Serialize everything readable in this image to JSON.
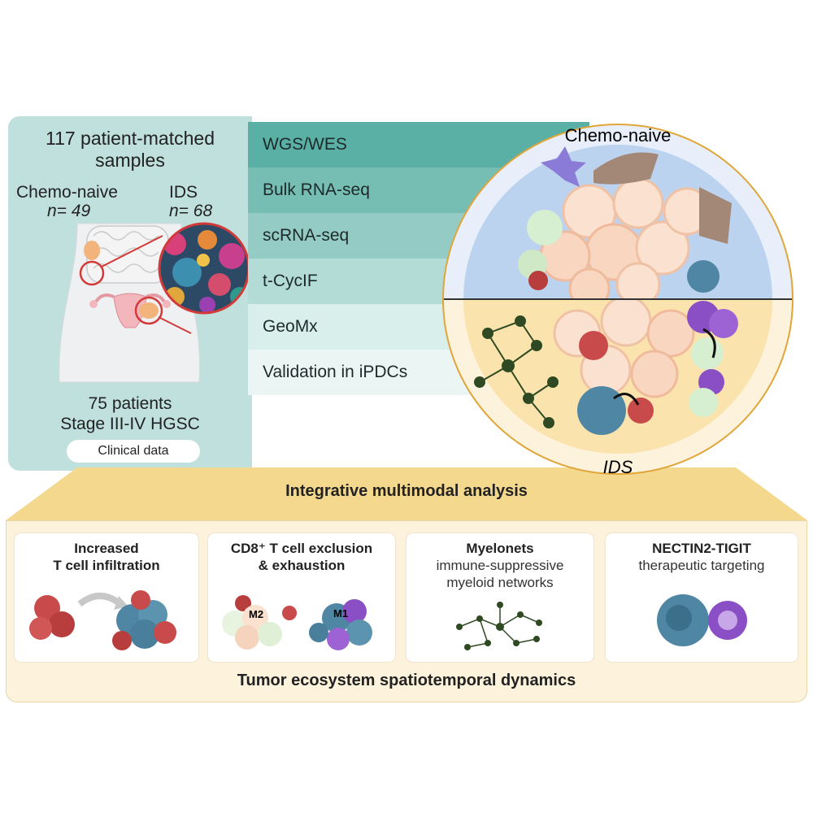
{
  "cohort": {
    "title": "117 patient-matched samples",
    "chemo_naive_label": "Chemo-naive",
    "chemo_naive_n": "n= 49",
    "ids_label": "IDS",
    "ids_n": "n= 68",
    "patients": "75 patients",
    "stage": "Stage III-IV HGSC",
    "clinical_data": "Clinical data"
  },
  "assays": [
    {
      "label": "WGS/WES",
      "color": "#5bb0a6"
    },
    {
      "label": "Bulk RNA-seq",
      "color": "#76bdb4"
    },
    {
      "label": "scRNA-seq",
      "color": "#94ccc5"
    },
    {
      "label": "t-CycIF",
      "color": "#b4dcd6"
    },
    {
      "label": "GeoMx",
      "color": "#d9efec"
    },
    {
      "label": "Validation in iPDCs",
      "color": "#ebf6f4"
    }
  ],
  "circle": {
    "top_label": "Chemo-naive",
    "bottom_label": "IDS",
    "top_color": "#bcd3f0",
    "bottom_color": "#fbe3ad"
  },
  "integrative_label": "Integrative multimodal analysis",
  "dynamics_label": "Tumor ecosystem spatiotemporal dynamics",
  "findings": [
    {
      "title_lines": [
        "Increased",
        "T cell infiltration"
      ],
      "sub_lines": []
    },
    {
      "title_lines": [
        "CD8⁺ T cell exclusion",
        "& exhaustion"
      ],
      "sub_lines": [],
      "m2": "M2",
      "m1": "M1"
    },
    {
      "title_lines": [
        "Myelonets"
      ],
      "sub_lines": [
        "immune-suppressive",
        "myeloid networks"
      ]
    },
    {
      "title_lines": [
        "NECTIN2-TIGIT"
      ],
      "sub_lines": [
        "therapeutic targeting"
      ]
    }
  ],
  "colors": {
    "panel_teal": "#bfe0dc",
    "gold": "#f3d88e",
    "t_cell_red": "#c94a4a",
    "tumor_blue": "#4e86a3",
    "myeloid_purple": "#8a4fc4",
    "network_green": "#2f4a22"
  }
}
